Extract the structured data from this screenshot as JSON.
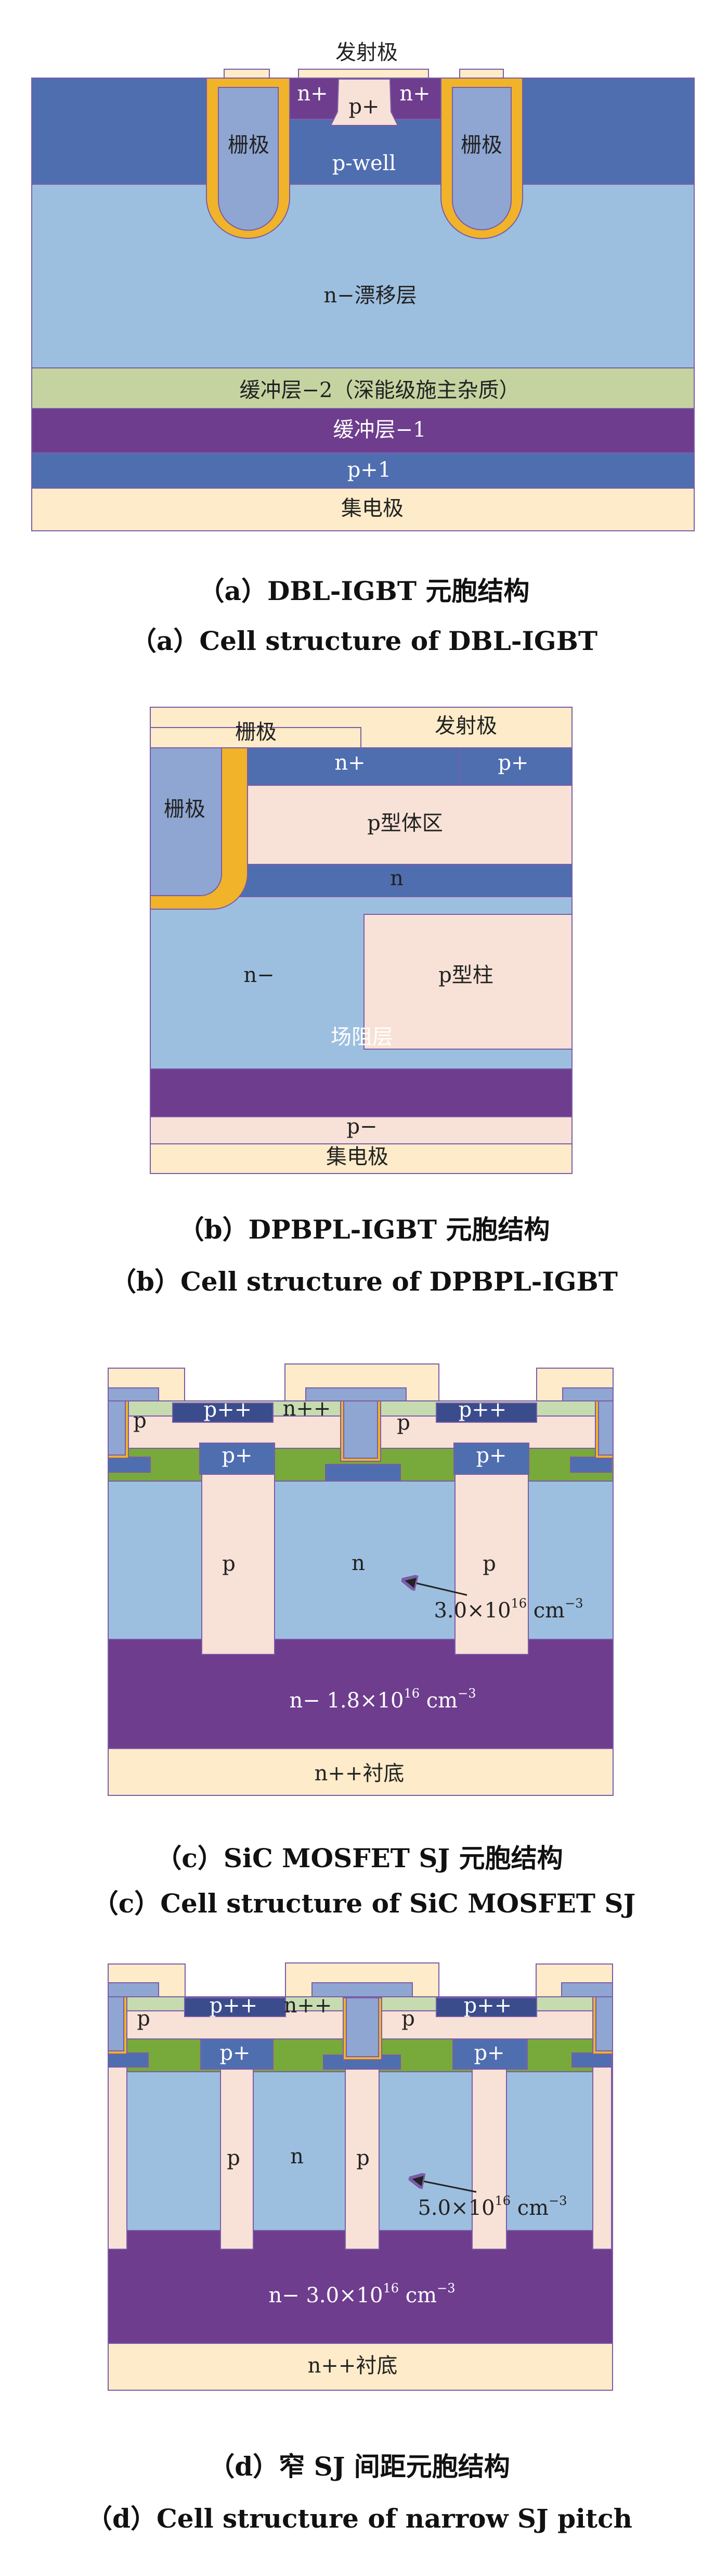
{
  "colors": {
    "dark_blue": "#4f6eb0",
    "light_blue": "#9dbfdf",
    "purple": "#6e3d8e",
    "cream": "#fdebc9",
    "pink": "#f8e1d6",
    "gate": "#8fa6d2",
    "oxide": "#f0b32a",
    "buffer2": "#c5d3a1",
    "green": "#77aa3a",
    "light_green": "#c6dcb0",
    "navy": "#3a4c8c"
  },
  "panel_a": {
    "emitter": "发射极",
    "gate_left": "栅极",
    "gate_right": "栅极",
    "n_plus_left": "n+",
    "p_plus": "p+",
    "n_plus_right": "n+",
    "p_well": "p-well",
    "drift": "n−漂移层",
    "buffer2": "缓冲层−2（深能级施主杂质）",
    "buffer1": "缓冲层−1",
    "p_plus_1": "p+1",
    "collector": "集电极",
    "caption_cn": "（a）DBL-IGBT 元胞结构",
    "caption_en": "（a）Cell structure of DBL-IGBT"
  },
  "panel_b": {
    "gate_top": "栅极",
    "emitter": "发射极",
    "n_plus": "n+",
    "p_plus": "p+",
    "gate": "栅极",
    "p_body": "p型体区",
    "n": "n",
    "n_minus": "n−",
    "p_pillar": "p型柱",
    "field_stop": "场阻层",
    "p_minus": "p−",
    "collector": "集电极",
    "caption_cn": "（b）DPBPL-IGBT 元胞结构",
    "caption_en": "（b）Cell structure of DPBPL-IGBT"
  },
  "panel_c": {
    "p_left": "p",
    "p_pp_left": "p++",
    "n_pp": "n++",
    "p_mid": "p",
    "p_pp_right": "p++",
    "p_plus_left": "p+",
    "p_plus_right": "p+",
    "pillar_left": "p",
    "n": "n",
    "pillar_right": "p",
    "doping_base": "3.0×10",
    "doping_exp": "16",
    "doping_unit": " cm",
    "doping_unit_exp": "−3",
    "drift_prefix": "n− 1.8×10",
    "drift_exp": "16",
    "drift_unit": " cm",
    "drift_unit_exp": "−3",
    "substrate": "n++衬底",
    "caption_cn": "（c）SiC MOSFET SJ 元胞结构",
    "caption_en": "（c）Cell structure of SiC MOSFET SJ"
  },
  "panel_d": {
    "p_left": "p",
    "p_pp_left": "p++",
    "n_pp": "n++",
    "p_mid": "p",
    "p_pp_right": "p++",
    "p_plus_left": "p+",
    "p_plus_right": "p+",
    "pillar_left": "p",
    "n": "n",
    "pillar_right": "p",
    "doping_base": "5.0×10",
    "doping_exp": "16",
    "doping_unit": " cm",
    "doping_unit_exp": "−3",
    "drift_prefix": "n− 3.0×10",
    "drift_exp": "16",
    "drift_unit": " cm",
    "drift_unit_exp": "−3",
    "substrate": "n++衬底",
    "caption_cn": "（d）窄 SJ 间距元胞结构",
    "caption_en": "（d）Cell structure of narrow SJ pitch"
  }
}
